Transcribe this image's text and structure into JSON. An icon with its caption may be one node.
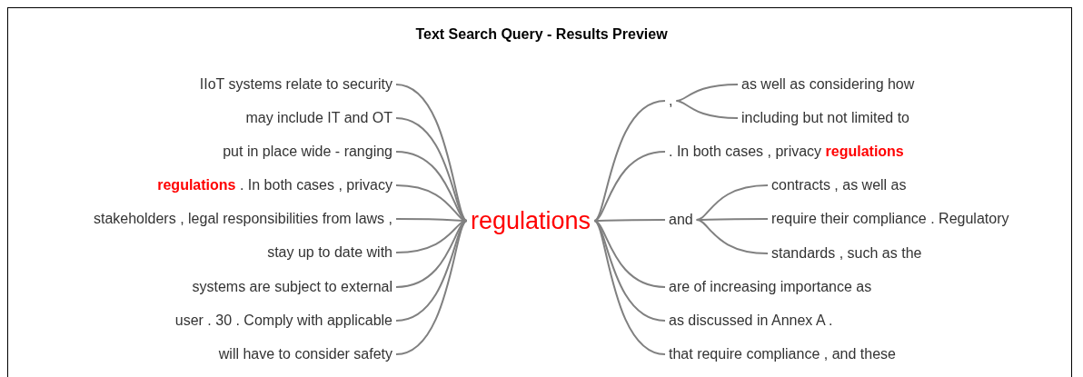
{
  "diagram": {
    "title": "Text Search Query - Results Preview",
    "nodes": [
      {
        "text": [
          "regulations"
        ]
      },
      {
        "text": [
          "IIoT systems relate to security"
        ]
      },
      {
        "text": [
          "may include IT and OT"
        ]
      },
      {
        "text": [
          "put in place wide - ranging"
        ]
      },
      {
        "text": [
          "**regulations** . In both cases , privacy"
        ]
      },
      {
        "text": [
          "stakeholders , legal responsibilities from laws ,"
        ]
      },
      {
        "text": [
          "stay up to date with"
        ]
      },
      {
        "text": [
          "systems are subject to external"
        ]
      },
      {
        "text": [
          "user . 30 . Comply with applicable"
        ]
      },
      {
        "text": [
          "will have to consider safety"
        ]
      },
      {
        "text": [
          ","
        ]
      },
      {
        "text": [
          "as well as considering how"
        ]
      },
      {
        "text": [
          "including but not limited to"
        ]
      },
      {
        "text": [
          ". In both cases , privacy **regulations**"
        ]
      },
      {
        "text": [
          "and"
        ]
      },
      {
        "text": [
          "contracts , as well as"
        ]
      },
      {
        "text": [
          "require their compliance . Regulatory"
        ]
      },
      {
        "text": [
          "standards , such as the"
        ]
      },
      {
        "text": [
          "are of increasing importance as"
        ]
      },
      {
        "text": [
          "as discussed in Annex A ."
        ]
      },
      {
        "text": [
          "that require compliance , and these"
        ]
      }
    ],
    "edges": [
      {
        "from": 0,
        "to": 1,
        "arrow": "none"
      },
      {
        "from": 0,
        "to": 2,
        "arrow": "none"
      },
      {
        "from": 0,
        "to": 3,
        "arrow": "none"
      },
      {
        "from": 0,
        "to": 4,
        "arrow": "none"
      },
      {
        "from": 0,
        "to": 5,
        "arrow": "none"
      },
      {
        "from": 0,
        "to": 6,
        "arrow": "none"
      },
      {
        "from": 0,
        "to": 7,
        "arrow": "none"
      },
      {
        "from": 0,
        "to": 8,
        "arrow": "none"
      },
      {
        "from": 0,
        "to": 9,
        "arrow": "none"
      },
      {
        "from": 0,
        "to": 10,
        "arrow": "none"
      },
      {
        "from": 10,
        "to": 11,
        "arrow": "none"
      },
      {
        "from": 10,
        "to": 12,
        "arrow": "none"
      },
      {
        "from": 0,
        "to": 13,
        "arrow": "none"
      },
      {
        "from": 0,
        "to": 14,
        "arrow": "none"
      },
      {
        "from": 14,
        "to": 15,
        "arrow": "none"
      },
      {
        "from": 14,
        "to": 16,
        "arrow": "none"
      },
      {
        "from": 14,
        "to": 17,
        "arrow": "none"
      },
      {
        "from": 0,
        "to": 18,
        "arrow": "none"
      },
      {
        "from": 0,
        "to": 19,
        "arrow": "none"
      },
      {
        "from": 0,
        "to": 20,
        "arrow": "none"
      }
    ]
  }
}
